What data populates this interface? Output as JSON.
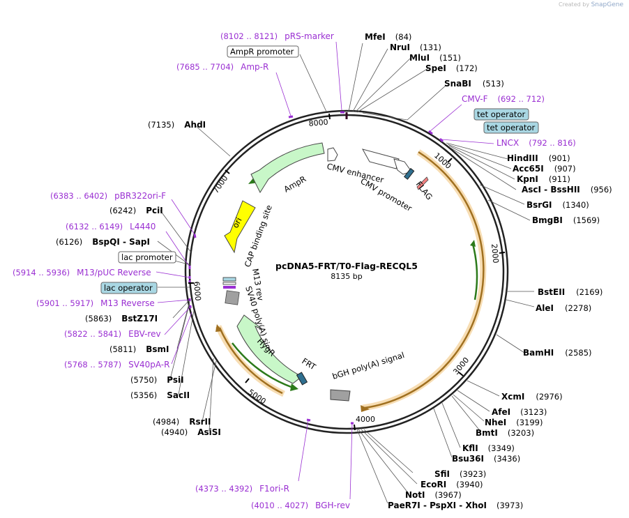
{
  "credit": {
    "prefix": "Created by",
    "brand": "SnapGene"
  },
  "title": "pcDNA5-FRT/T0-Flag-RECQL5",
  "length_label": "8135 bp",
  "ticks": [
    "1000",
    "2000",
    "3000",
    "4000",
    "5000",
    "6000",
    "7000",
    "8000"
  ],
  "enzymes": [
    {
      "name": "MfeI",
      "pos": "(84)"
    },
    {
      "name": "NruI",
      "pos": "(131)"
    },
    {
      "name": "MluI",
      "pos": "(151)"
    },
    {
      "name": "SpeI",
      "pos": "(172)"
    },
    {
      "name": "SnaBI",
      "pos": "(513)"
    },
    {
      "name": "HindIII",
      "pos": "(901)"
    },
    {
      "name": "Acc65I",
      "pos": "(907)"
    },
    {
      "name": "KpnI",
      "pos": "(911)"
    },
    {
      "name": "AscI - BssHII",
      "pos": "(956)"
    },
    {
      "name": "BsrGI",
      "pos": "(1340)"
    },
    {
      "name": "BmgBI",
      "pos": "(1569)"
    },
    {
      "name": "BstEII",
      "pos": "(2169)"
    },
    {
      "name": "AleI",
      "pos": "(2278)"
    },
    {
      "name": "BamHI",
      "pos": "(2585)"
    },
    {
      "name": "XcmI",
      "pos": "(2976)"
    },
    {
      "name": "AfeI",
      "pos": "(3123)"
    },
    {
      "name": "NheI",
      "pos": "(3199)"
    },
    {
      "name": "BmtI",
      "pos": "(3203)"
    },
    {
      "name": "KflI",
      "pos": "(3349)"
    },
    {
      "name": "Bsu36I",
      "pos": "(3436)"
    },
    {
      "name": "SfiI",
      "pos": "(3923)"
    },
    {
      "name": "EcoRI",
      "pos": "(3940)"
    },
    {
      "name": "NotI",
      "pos": "(3967)"
    },
    {
      "name": "PaeR7I - PspXI - XhoI",
      "pos": "(3973)"
    },
    {
      "name": "AsiSI",
      "pos": "(4940)"
    },
    {
      "name": "RsrII",
      "pos": "(4984)"
    },
    {
      "name": "SacII",
      "pos": "(5356)"
    },
    {
      "name": "PsiI",
      "pos": "(5750)"
    },
    {
      "name": "BsmI",
      "pos": "(5811)"
    },
    {
      "name": "BstZ17I",
      "pos": "(5863)"
    },
    {
      "name": "BspQI - SapI",
      "pos": "(6126)"
    },
    {
      "name": "PciI",
      "pos": "(6242)"
    },
    {
      "name": "AhdI",
      "pos": "(7135)"
    }
  ],
  "primers": [
    {
      "name": "pRS-marker",
      "pos": "(8102 .. 8121)"
    },
    {
      "name": "Amp-R",
      "pos": "(7685 .. 7704)"
    },
    {
      "name": "CMV-F",
      "pos": "(692 .. 712)"
    },
    {
      "name": "LNCX",
      "pos": "(792 .. 816)"
    },
    {
      "name": "pBR322ori-F",
      "pos": "(6383 .. 6402)"
    },
    {
      "name": "L4440",
      "pos": "(6132 .. 6149)"
    },
    {
      "name": "M13/pUC Reverse",
      "pos": "(5914 .. 5936)"
    },
    {
      "name": "M13 Reverse",
      "pos": "(5901 .. 5917)"
    },
    {
      "name": "EBV-rev",
      "pos": "(5822 .. 5841)"
    },
    {
      "name": "SV40pA-R",
      "pos": "(5768 .. 5787)"
    },
    {
      "name": "F1ori-R",
      "pos": "(4373 .. 4392)"
    },
    {
      "name": "BGH-rev",
      "pos": "(4010 .. 4027)"
    }
  ],
  "boxed_features": [
    {
      "name": "AmpR promoter",
      "style": "white"
    },
    {
      "name": "tet operator",
      "style": "blue"
    },
    {
      "name": "tet operator",
      "style": "blue"
    },
    {
      "name": "lac promoter",
      "style": "white"
    },
    {
      "name": "lac operator",
      "style": "blue"
    }
  ],
  "features": {
    "cmv_enhancer": "CMV enhancer",
    "cmv_promoter": "CMV promoter",
    "flag": "FLAG",
    "ampr": "AmpR",
    "ori": "ori",
    "cap": "CAP binding site",
    "m13rev": "M13 rev",
    "sv40": "SV40 poly(A) signal",
    "hygr": "HygR",
    "frt": "FRT",
    "bgh": "bGH poly(A) signal"
  },
  "colors": {
    "ampr": "#c8f7c8",
    "ori": "#ffff00",
    "primer": "#9a2fd2",
    "recql5": "#f0a020",
    "flag": "#f08080",
    "frt": "#2f6f8f",
    "bgh": "#a0a0a0",
    "blue_box": "#a9d7e3"
  }
}
